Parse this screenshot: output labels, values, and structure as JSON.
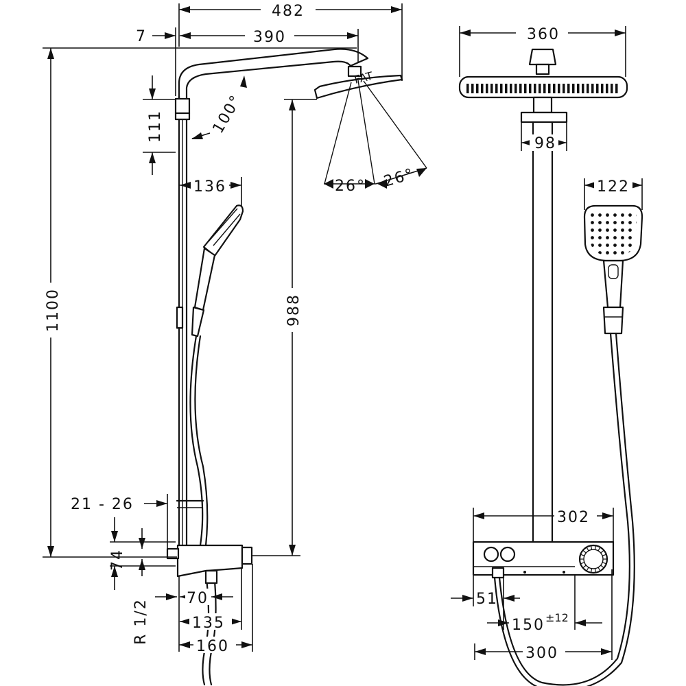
{
  "dimensions": {
    "d482": "482",
    "d7": "7",
    "d390": "390",
    "d111": "111",
    "d100deg": "100°",
    "d26a": "26°",
    "d26b": "26°",
    "d136": "136",
    "d1100": "1100",
    "d988": "988",
    "d21_26": "21 - 26",
    "d74": "74",
    "d70": "70",
    "dR12": "R 1/2",
    "d135": "135",
    "d160": "160",
    "d360": "360",
    "d98": "98",
    "d122": "122",
    "d302": "302",
    "d51": "51",
    "d150": "150",
    "d150tol": "±12",
    "d300": "300"
  },
  "labels": {
    "head_marking": "FAT"
  }
}
